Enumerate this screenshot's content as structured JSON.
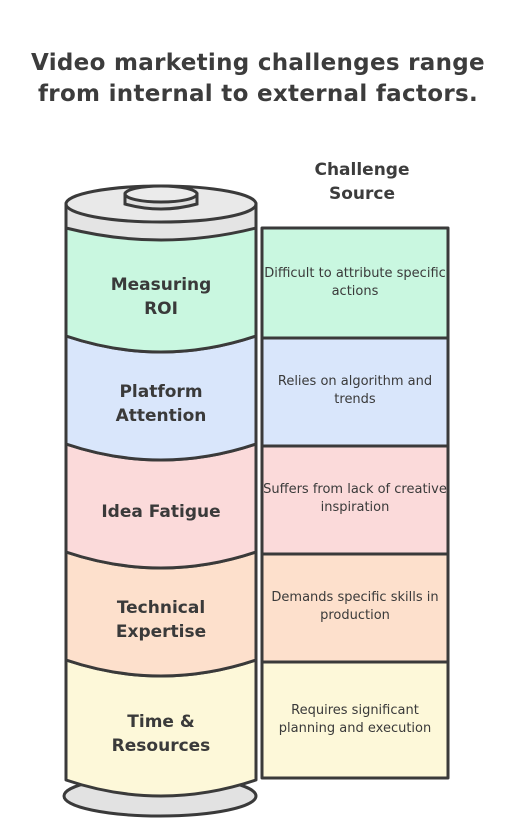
{
  "title": {
    "line1": "Video marketing challenges range",
    "line2": "from internal to external factors."
  },
  "column_header": {
    "line1": "Challenge",
    "line2": "Source"
  },
  "colors": {
    "outline": "#3a3a3a",
    "cap": "#e4e4e4",
    "base": "#d9d9d9"
  },
  "layers": [
    {
      "label_lines": [
        "Measuring",
        "ROI"
      ],
      "description": "Difficult to attribute specific actions",
      "color": "#c9f7e0",
      "hatch": "#a8ecc8"
    },
    {
      "label_lines": [
        "Platform",
        "Attention"
      ],
      "description": "Relies on algorithm and trends",
      "color": "#d9e6fb",
      "hatch": "#bcd1f7"
    },
    {
      "label_lines": [
        "Idea Fatigue"
      ],
      "description": "Suffers from lack of creative inspiration",
      "color": "#fbdada",
      "hatch": "#f7bcbc"
    },
    {
      "label_lines": [
        "Technical",
        "Expertise"
      ],
      "description": "Demands specific skills in production",
      "color": "#fde0cc",
      "hatch": "#f8c8a6"
    },
    {
      "label_lines": [
        "Time &",
        "Resources"
      ],
      "description": "Requires significant planning and execution",
      "color": "#fdf8d9",
      "hatch": "#f6ecb3"
    }
  ]
}
